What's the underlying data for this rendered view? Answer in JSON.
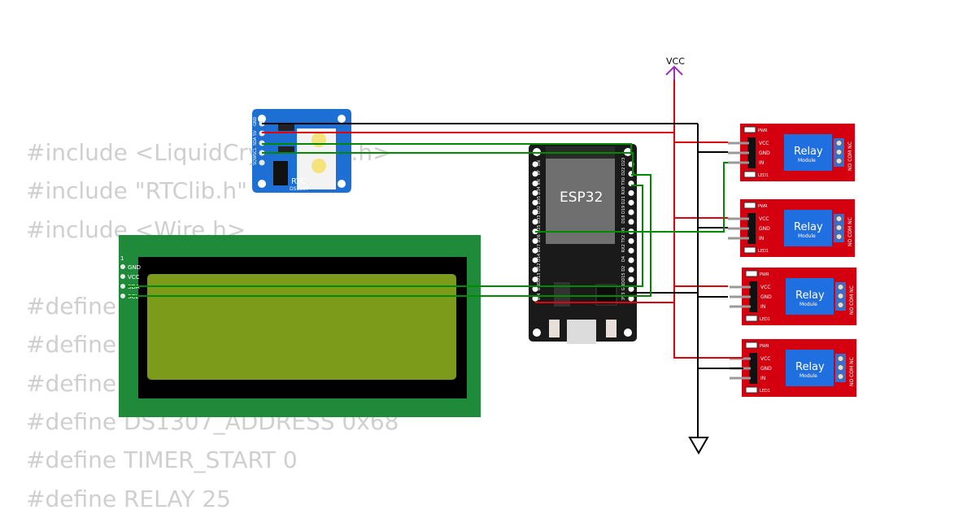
{
  "code_lines": [
    "#include <LiquidCrystal_I2C.h>",
    "#include \"RTClib.h\"",
    "#include <Wire.h>",
    "",
    "#define",
    "#define",
    "#define",
    "#define DS1307_ADDRESS 0x68",
    "#define TIMER_START 0",
    "#define RELAY 25"
  ],
  "power": {
    "vcc_label": "VCC"
  },
  "rtc": {
    "title": "RTC",
    "chip": "DS1307",
    "pins": [
      "GND",
      "5V",
      "SDA",
      "SCL",
      "SQW"
    ]
  },
  "esp32": {
    "title": "ESP32",
    "left_pins": [
      "EN",
      "VP",
      "VN",
      "D34",
      "D35",
      "D32",
      "D33",
      "D25",
      "D26",
      "D27",
      "D14",
      "D12",
      "D13",
      "GND",
      "VIN"
    ],
    "right_pins": [
      "D23",
      "D22",
      "TX0",
      "RX0",
      "D21",
      "D19",
      "D18",
      "D5",
      "TX2",
      "RX2",
      "D4",
      "D2",
      "D15",
      "GND",
      "3V3"
    ]
  },
  "lcd": {
    "pin1": "1",
    "pins": [
      "GND",
      "VCC",
      "SDA",
      "SCL"
    ]
  },
  "relays": [
    {
      "title": "Relay",
      "sub": "Module",
      "pins": [
        "VCC",
        "GND",
        "IN"
      ],
      "pwr": "PWR",
      "led": "LED1",
      "terminals": "NO COM NC"
    },
    {
      "title": "Relay",
      "sub": "Module",
      "pins": [
        "VCC",
        "GND",
        "IN"
      ],
      "pwr": "PWR",
      "led": "LED1",
      "terminals": "NO COM NC"
    },
    {
      "title": "Relay",
      "sub": "Module",
      "pins": [
        "VCC",
        "GND",
        "IN"
      ],
      "pwr": "PWR",
      "led": "LED1",
      "terminals": "NO COM NC"
    },
    {
      "title": "Relay",
      "sub": "Module",
      "pins": [
        "VCC",
        "GND",
        "IN"
      ],
      "pwr": "PWR",
      "led": "LED1",
      "terminals": "NO COM NC"
    }
  ],
  "colors": {
    "wire_power": "#e3000b",
    "wire_ground": "#000000",
    "wire_signal": "#008a00",
    "vcc_symbol": "#9b30c0",
    "relay_board": "#d4000f",
    "relay_body": "#1f6fe0",
    "lcd_board": "#1f8a3a",
    "lcd_screen": "#7d9b1a",
    "rtc_board": "#1e6fd4",
    "esp_board": "#1a1a1a"
  }
}
